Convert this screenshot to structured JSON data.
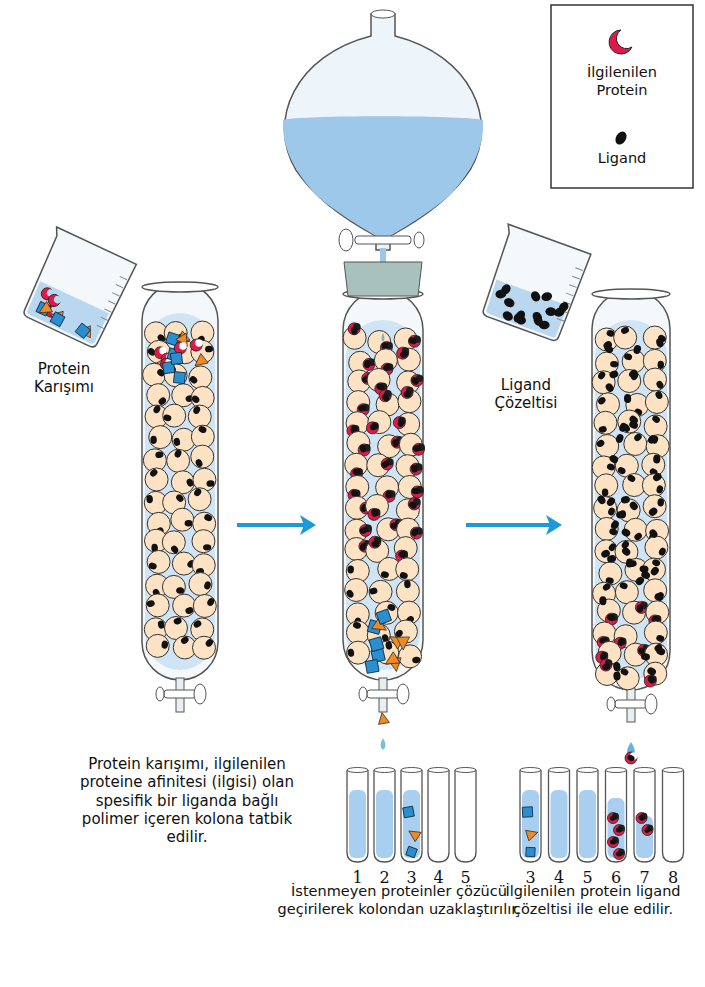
{
  "diagram": {
    "labels": [
      "Protein Karışımı",
      "Ligand Çözeltisi",
      "Protein karışımı, ilgilenilen proteine afinitesi (ilgisi) olan spesifik bir liganda bağlı polimer içeren kolona tatbik edilir.",
      "İstenmeyen proteinler çözücü geçirilerek kolondan uzaklaştırılır.",
      "İlgilenilen protein ligand çözeltisi ile elue edilir.",
      "1",
      "2",
      "3",
      "4",
      "5",
      "3",
      "4",
      "5",
      "6",
      "7",
      "8"
    ],
    "legend": [
      {
        "text": "İlgilenilen Protein"
      },
      {
        "text": "Ligand"
      }
    ]
  }
}
